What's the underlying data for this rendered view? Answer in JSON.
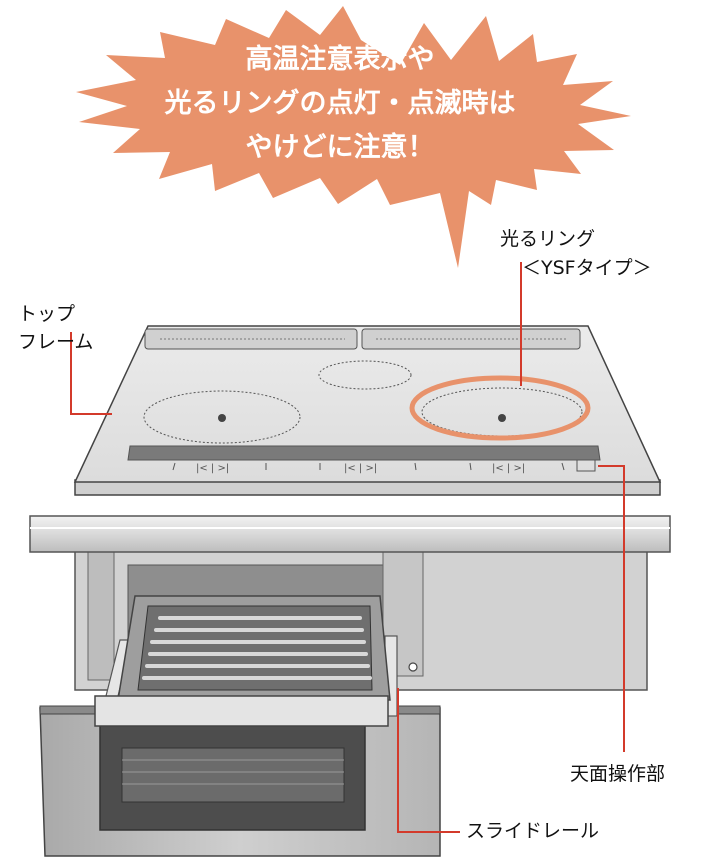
{
  "callout": {
    "line1": "高温注意表示や",
    "line2": "光るリングの点灯・点滅時は",
    "line3": "やけどに注意！",
    "fill_color": "#e8926b"
  },
  "labels": {
    "ring_title": "光るリング",
    "ring_type": "＜YSFタイプ＞",
    "top_frame_1": "トップ",
    "top_frame_2": "フレーム",
    "control_panel": "天面操作部",
    "slide_rail": "スライドレール"
  },
  "colors": {
    "leader_line": "#d33a2b",
    "ring": "#e8926b",
    "cooktop_top": "#e4e4e4",
    "steel": "#c8c8c8"
  }
}
